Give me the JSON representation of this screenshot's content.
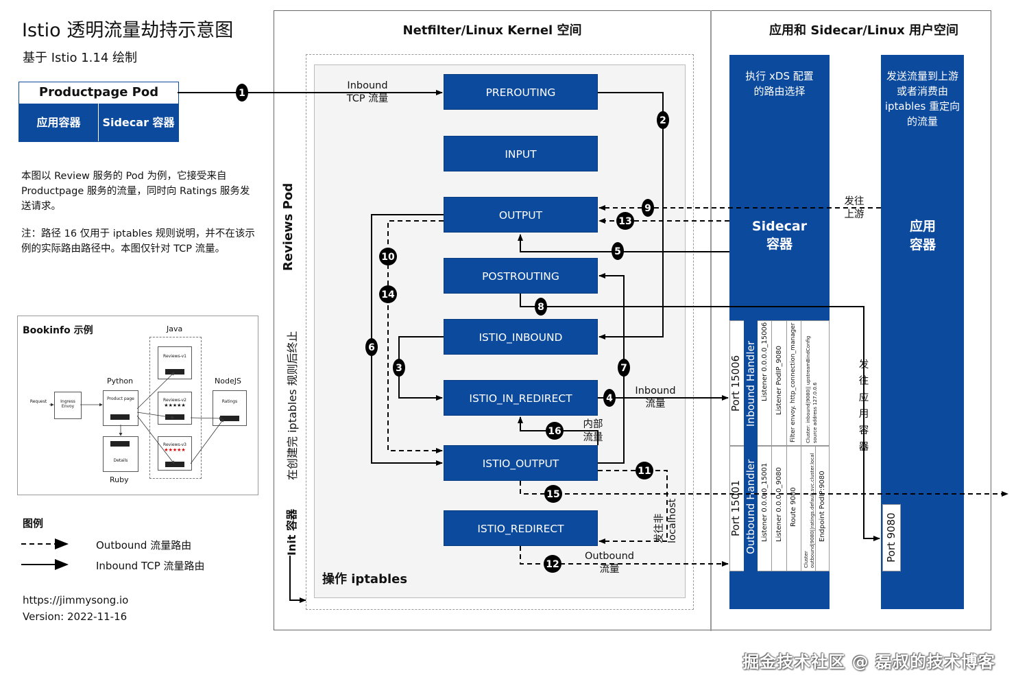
{
  "title": "Istio 透明流量劫持示意图",
  "subtitle": "基于 Istio 1.14 绘制",
  "pod": {
    "title": "Productpage Pod",
    "app": "应用容器",
    "sidecar": "Sidecar 容器"
  },
  "description": [
    "本图以 Review 服务的 Pod 为例，它接受来自 Productpage 服务的流量，同时向 Ratings 服务发送请求。"
  ],
  "note": "注：路径 16 仅用于 iptables 规则说明，并不在该示例的实际路由路径中。本图仅针对 TCP 流量。",
  "kernel_header": "Netfilter/Linux Kernel 空间",
  "user_header": "应用和 Sidecar/Linux 用户空间",
  "reviews_pod": "Reviews Pod",
  "init_label": "Init 容器",
  "init_desc": "在创建完 iptables 规则后终止",
  "iptables_label": "操作 iptables",
  "chains": [
    "PREROUTING",
    "INPUT",
    "OUTPUT",
    "POSTROUTING",
    "ISTIO_INBOUND",
    "ISTIO_IN_REDIRECT",
    "ISTIO_OUTPUT",
    "ISTIO_REDIRECT"
  ],
  "sidecar": {
    "top_text": "执行 xDS 配置的路由选择",
    "name": "Sidecar 容器"
  },
  "app": {
    "top_text": "发送流量到上游或者消费由 iptables 重定向的流量",
    "name": "应用 容器",
    "port": "Port 9080"
  },
  "inbound_handler": {
    "port": "Port 15006",
    "name": "Inbound Handler",
    "details": [
      "Listener 0.0.0.0_15006",
      "Listener PodIP_9080",
      "Filter envoy. http_connection_manager",
      "Cluster: inbound|9080|| upstreamBindConfig source address 127.0.0.6"
    ]
  },
  "outbound_handler": {
    "port": "Port 15001",
    "name": "Outbound Handler",
    "details": [
      "Listener 0.0.0.0_15001",
      "Listener 0.0.0.0_9080",
      "Route 9080",
      "Cluster outbound|9080||ratings.default.svc.cluster.local",
      "Endpoint PodIP:9080"
    ]
  },
  "labels": {
    "inbound_tcp": "Inbound TCP 流量",
    "inbound": "Inbound 流量",
    "internal": "内部 流量",
    "outbound": "Outbound 流量",
    "to_upstream": "发往 上游",
    "to_app": "发往应用容器",
    "non_localhost": "发往非 localhost"
  },
  "steps": [
    "1",
    "2",
    "3",
    "4",
    "5",
    "6",
    "7",
    "8",
    "9",
    "10",
    "11",
    "12",
    "13",
    "14",
    "15",
    "16"
  ],
  "bookinfo": {
    "title": "Bookinfo 示例",
    "java": "Java",
    "python": "Python",
    "nodejs": "NodeJS",
    "ruby": "Ruby",
    "request": "Request",
    "ingress": "Ingress Envoy",
    "productpage": "Product page",
    "reviews_v1": "Reviews-v1",
    "reviews_v2": "Reviews-v2",
    "reviews_v3": "Reviews-v3",
    "ratings": "Ratings",
    "details": "Details"
  },
  "legend": {
    "title": "图例",
    "outbound": "Outbound 流量路由",
    "inbound": "Inbound TCP 流量路由"
  },
  "footer": {
    "url": "https://jimmysong.io",
    "version": "Version: 2022-11-16"
  },
  "watermark": "掘金技术社区 @ 磊叔的技术博客",
  "colors": {
    "blue": "#0c4a9e",
    "line": "#000000"
  }
}
